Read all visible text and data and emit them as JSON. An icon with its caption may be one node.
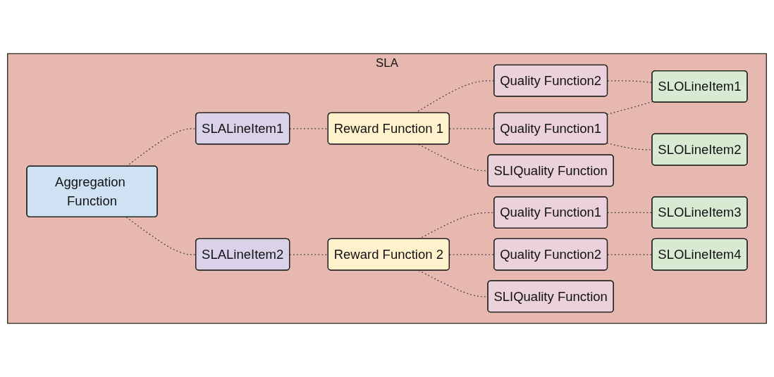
{
  "diagram": {
    "nodes": [
      {
        "text": [
          "SLA"
        ]
      },
      {
        "text": [
          "Aggregation Function"
        ],
        "in": 0
      },
      {
        "text": [
          "SLALineItem1"
        ],
        "in": 0
      },
      {
        "text": [
          "Reward Function 1"
        ],
        "in": 0
      },
      {
        "text": [
          "Quality Function1"
        ],
        "in": 0
      },
      {
        "text": [
          "Quality Function2"
        ],
        "in": 0
      },
      {
        "text": [
          "SLIQuality Function"
        ],
        "in": 0
      },
      {
        "text": [
          "SLOLineItem1"
        ],
        "in": 0
      },
      {
        "text": [
          "SLOLineItem2"
        ],
        "in": 0
      },
      {
        "text": [
          "SLALineItem2"
        ],
        "in": 0
      },
      {
        "text": [
          "Reward Function 2"
        ],
        "in": 0
      },
      {
        "text": [
          "Quality Function1"
        ],
        "in": 0
      },
      {
        "text": [
          "Quality Function2"
        ],
        "in": 0
      },
      {
        "text": [
          "SLIQuality Function"
        ],
        "in": 0
      },
      {
        "text": [
          "SLOLineItem3"
        ],
        "in": 0
      },
      {
        "text": [
          "SLOLineItem4"
        ],
        "in": 0
      }
    ],
    "edges": [
      {
        "from": 1,
        "to": 2,
        "arrow": "none",
        "style": "dashed"
      },
      {
        "from": 1,
        "to": 9,
        "arrow": "none",
        "style": "dashed"
      },
      {
        "from": 2,
        "to": 3,
        "arrow": "none",
        "style": "dashed"
      },
      {
        "from": 3,
        "to": 4,
        "arrow": "none",
        "style": "dashed"
      },
      {
        "from": 3,
        "to": 5,
        "arrow": "none",
        "style": "dashed"
      },
      {
        "from": 3,
        "to": 6,
        "arrow": "none",
        "style": "dashed"
      },
      {
        "from": 4,
        "to": 7,
        "arrow": "none",
        "style": "dashed"
      },
      {
        "from": 4,
        "to": 8,
        "arrow": "none",
        "style": "dashed"
      },
      {
        "from": 5,
        "to": 7,
        "arrow": "none",
        "style": "dashed"
      },
      {
        "from": 9,
        "to": 10,
        "arrow": "none",
        "style": "dashed"
      },
      {
        "from": 10,
        "to": 11,
        "arrow": "none",
        "style": "dashed"
      },
      {
        "from": 10,
        "to": 12,
        "arrow": "none",
        "style": "dashed"
      },
      {
        "from": 10,
        "to": 13,
        "arrow": "none",
        "style": "dashed"
      },
      {
        "from": 11,
        "to": 14,
        "arrow": "none",
        "style": "dashed"
      },
      {
        "from": 12,
        "to": 15,
        "arrow": "none",
        "style": "dashed"
      }
    ]
  }
}
